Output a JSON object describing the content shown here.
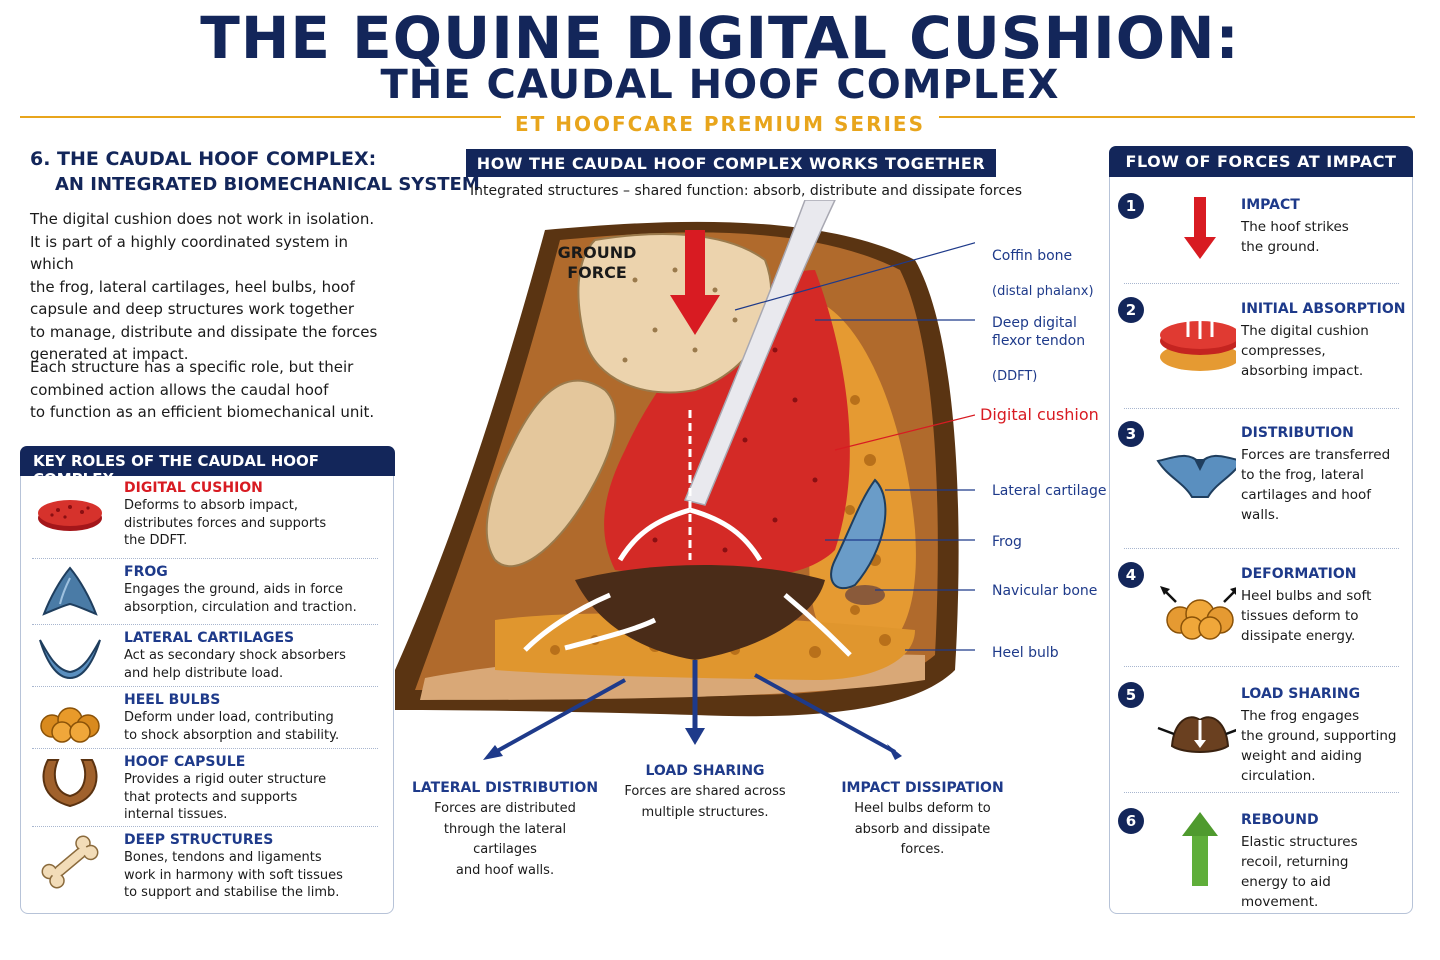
{
  "header": {
    "title": "THE EQUINE DIGITAL CUSHION:",
    "subtitle": "THE CAUDAL HOOF COMPLEX",
    "series": "ET HOOFCARE PREMIUM SERIES"
  },
  "left": {
    "section_number_title": "6. THE CAUDAL HOOF COMPLEX:",
    "section_subtitle": "AN INTEGRATED BIOMECHANICAL SYSTEM",
    "paragraph1": "The digital cushion does not work in isolation.\nIt is part of a highly coordinated system in which\nthe frog, lateral cartilages, heel bulbs, hoof\ncapsule and deep structures work together\nto manage, distribute and dissipate the forces\ngenerated at impact.",
    "paragraph2": "Each structure has a specific role, but their\ncombined action allows the caudal hoof\nto function as an efficient biomechanical unit.",
    "roles_heading": "KEY ROLES OF THE CAUDAL HOOF COMPLEX",
    "roles": [
      {
        "title": "DIGITAL CUSHION",
        "desc": "Deforms to absorb impact,\ndistributes forces and supports\nthe DDFT.",
        "icon": "digital-cushion-icon"
      },
      {
        "title": "FROG",
        "desc": "Engages the ground, aids in force\nabsorption, circulation and traction.",
        "icon": "frog-icon"
      },
      {
        "title": "LATERAL CARTILAGES",
        "desc": "Act as secondary shock absorbers\nand help distribute load.",
        "icon": "lateral-cartilage-icon"
      },
      {
        "title": "HEEL BULBS",
        "desc": "Deform under load, contributing\nto shock absorption and stability.",
        "icon": "heel-bulbs-icon"
      },
      {
        "title": "HOOF CAPSULE",
        "desc": "Provides a rigid outer structure\nthat protects and supports\ninternal tissues.",
        "icon": "hoof-capsule-icon"
      },
      {
        "title": "DEEP STRUCTURES",
        "desc": "Bones, tendons and ligaments\nwork in harmony with soft tissues\nto support and stabilise the limb.",
        "icon": "bone-icon"
      }
    ]
  },
  "center": {
    "heading": "HOW THE CAUDAL HOOF COMPLEX WORKS TOGETHER",
    "subheading": "Integrated structures – shared function: absorb, distribute and dissipate forces",
    "ground_force": "GROUND\nFORCE",
    "callouts": {
      "coffin_bone": "Coffin bone",
      "coffin_bone_sub": "(distal phalanx)",
      "ddft": "Deep digital\nflexor tendon",
      "ddft_sub": "(DDFT)",
      "digital_cushion": "Digital cushion",
      "lateral_cartilage": "Lateral cartilage",
      "frog": "Frog",
      "navicular_bone": "Navicular bone",
      "heel_bulb": "Heel bulb"
    },
    "bottom": [
      {
        "title": "LATERAL DISTRIBUTION",
        "desc": "Forces are distributed\nthrough the lateral cartilages\nand hoof walls."
      },
      {
        "title": "LOAD SHARING",
        "desc": "Forces are shared across\nmultiple structures."
      },
      {
        "title": "IMPACT DISSIPATION",
        "desc": "Heel bulbs deform to\nabsorb and dissipate\nforces."
      }
    ]
  },
  "right": {
    "heading": "FLOW OF FORCES AT IMPACT",
    "steps": [
      {
        "num": "1",
        "title": "IMPACT",
        "desc": "The hoof strikes\nthe ground.",
        "icon": "down-arrow-icon"
      },
      {
        "num": "2",
        "title": "INITIAL ABSORPTION",
        "desc": "The digital cushion\ncompresses,\nabsorbing impact.",
        "icon": "compression-icon"
      },
      {
        "num": "3",
        "title": "DISTRIBUTION",
        "desc": "Forces are transferred\nto the frog, lateral\ncartilages and hoof\nwalls.",
        "icon": "frog-distribution-icon"
      },
      {
        "num": "4",
        "title": "DEFORMATION",
        "desc": "Heel bulbs and soft\ntissues deform to\ndissipate energy.",
        "icon": "deformation-icon"
      },
      {
        "num": "5",
        "title": "LOAD SHARING",
        "desc": "The frog engages\nthe ground, supporting\nweight and aiding\ncirculation.",
        "icon": "load-sharing-icon"
      },
      {
        "num": "6",
        "title": "REBOUND",
        "desc": "Elastic structures\nrecoil, returning\nenergy to aid\nmovement.",
        "icon": "up-arrow-icon"
      }
    ]
  },
  "colors": {
    "navy": "#13265a",
    "accent_gold": "#e8a51c",
    "red": "#d81b22",
    "blue_text": "#1e3a8a"
  }
}
